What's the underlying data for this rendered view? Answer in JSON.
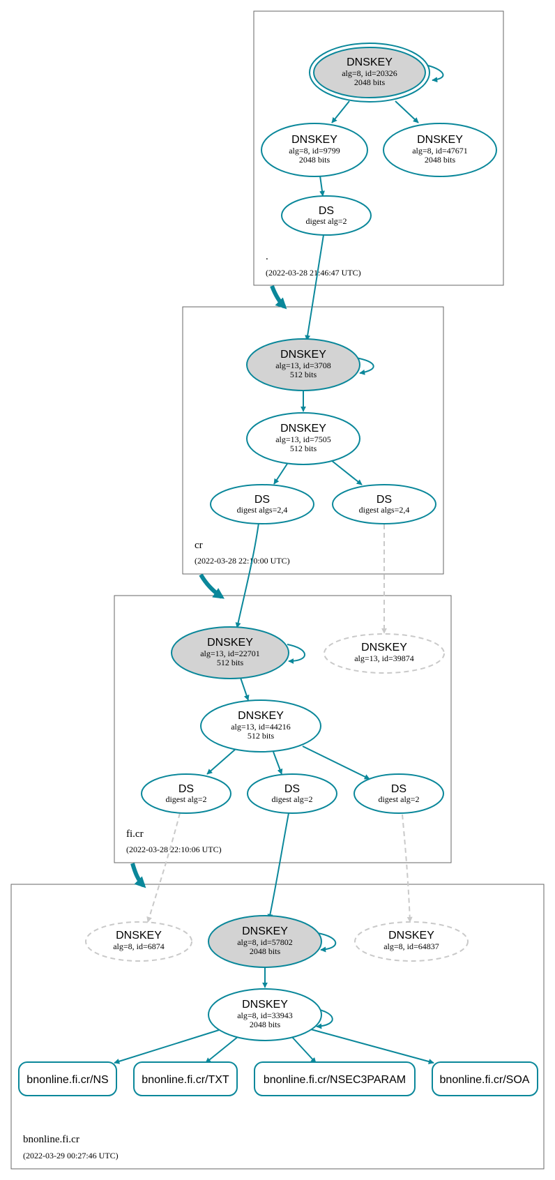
{
  "colors": {
    "edge": "#0a879a",
    "ksk_fill": "#d3d3d3",
    "ghost": "#c9c9c9",
    "zone_border": "#666666"
  },
  "zones": {
    "root": {
      "name": ".",
      "timestamp": "(2022-03-28 21:46:47 UTC)"
    },
    "cr": {
      "name": "cr",
      "timestamp": "(2022-03-28 22:10:00 UTC)"
    },
    "ficr": {
      "name": "fi.cr",
      "timestamp": "(2022-03-28 22:10:06 UTC)"
    },
    "bnonline": {
      "name": "bnonline.fi.cr",
      "timestamp": "(2022-03-29 00:27:46 UTC)"
    }
  },
  "nodes": {
    "root_ksk": {
      "title": "DNSKEY",
      "line1": "alg=8, id=20326",
      "line2": "2048 bits"
    },
    "root_zsk1": {
      "title": "DNSKEY",
      "line1": "alg=8, id=9799",
      "line2": "2048 bits"
    },
    "root_zsk2": {
      "title": "DNSKEY",
      "line1": "alg=8, id=47671",
      "line2": "2048 bits"
    },
    "root_ds": {
      "title": "DS",
      "line1": "digest alg=2"
    },
    "cr_ksk": {
      "title": "DNSKEY",
      "line1": "alg=13, id=3708",
      "line2": "512 bits"
    },
    "cr_zsk": {
      "title": "DNSKEY",
      "line1": "alg=13, id=7505",
      "line2": "512 bits"
    },
    "cr_ds1": {
      "title": "DS",
      "line1": "digest algs=2,4"
    },
    "cr_ds2": {
      "title": "DS",
      "line1": "digest algs=2,4"
    },
    "fi_ksk": {
      "title": "DNSKEY",
      "line1": "alg=13, id=22701",
      "line2": "512 bits"
    },
    "fi_ghost": {
      "title": "DNSKEY",
      "line1": "alg=13, id=39874"
    },
    "fi_zsk": {
      "title": "DNSKEY",
      "line1": "alg=13, id=44216",
      "line2": "512 bits"
    },
    "fi_ds1": {
      "title": "DS",
      "line1": "digest alg=2"
    },
    "fi_ds2": {
      "title": "DS",
      "line1": "digest alg=2"
    },
    "fi_ds3": {
      "title": "DS",
      "line1": "digest alg=2"
    },
    "bn_ghost1": {
      "title": "DNSKEY",
      "line1": "alg=8, id=6874"
    },
    "bn_ksk": {
      "title": "DNSKEY",
      "line1": "alg=8, id=57802",
      "line2": "2048 bits"
    },
    "bn_ghost2": {
      "title": "DNSKEY",
      "line1": "alg=8, id=64837"
    },
    "bn_zsk": {
      "title": "DNSKEY",
      "line1": "alg=8, id=33943",
      "line2": "2048 bits"
    }
  },
  "rrsets": {
    "ns": "bnonline.fi.cr/NS",
    "txt": "bnonline.fi.cr/TXT",
    "nsec3param": "bnonline.fi.cr/NSEC3PARAM",
    "soa": "bnonline.fi.cr/SOA"
  }
}
